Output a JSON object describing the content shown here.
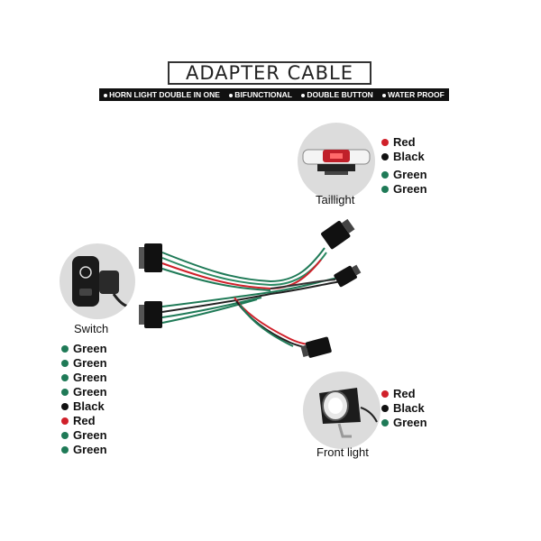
{
  "title": "ADAPTER  CABLE",
  "features": [
    "HORN LIGHT DOUBLE IN ONE",
    "BIFUNCTIONAL",
    "DOUBLE BUTTON",
    "WATER PROOF"
  ],
  "taillight": {
    "caption": "Taillight",
    "wires": [
      {
        "label": "Red",
        "color": "#d0202a"
      },
      {
        "label": "Black",
        "color": "#111111"
      },
      {
        "label": "Green",
        "color": "#1f7a57"
      },
      {
        "label": "Green",
        "color": "#1f7a57"
      }
    ]
  },
  "switch": {
    "caption": "Switch",
    "wires": [
      {
        "label": "Green",
        "color": "#1f7a57"
      },
      {
        "label": "Green",
        "color": "#1f7a57"
      },
      {
        "label": "Green",
        "color": "#1f7a57"
      },
      {
        "label": "Green",
        "color": "#1f7a57"
      },
      {
        "label": "Black",
        "color": "#111111"
      },
      {
        "label": "Red",
        "color": "#d0202a"
      },
      {
        "label": "Green",
        "color": "#1f7a57"
      },
      {
        "label": "Green",
        "color": "#1f7a57"
      }
    ]
  },
  "front_light": {
    "caption": "Front light",
    "wires": [
      {
        "label": "Red",
        "color": "#d0202a"
      },
      {
        "label": "Black",
        "color": "#111111"
      },
      {
        "label": "Green",
        "color": "#1f7a57"
      }
    ]
  },
  "colors": {
    "red": "#d0202a",
    "green": "#1f7a57",
    "black": "#111111",
    "circle": "#dcdcdc"
  }
}
